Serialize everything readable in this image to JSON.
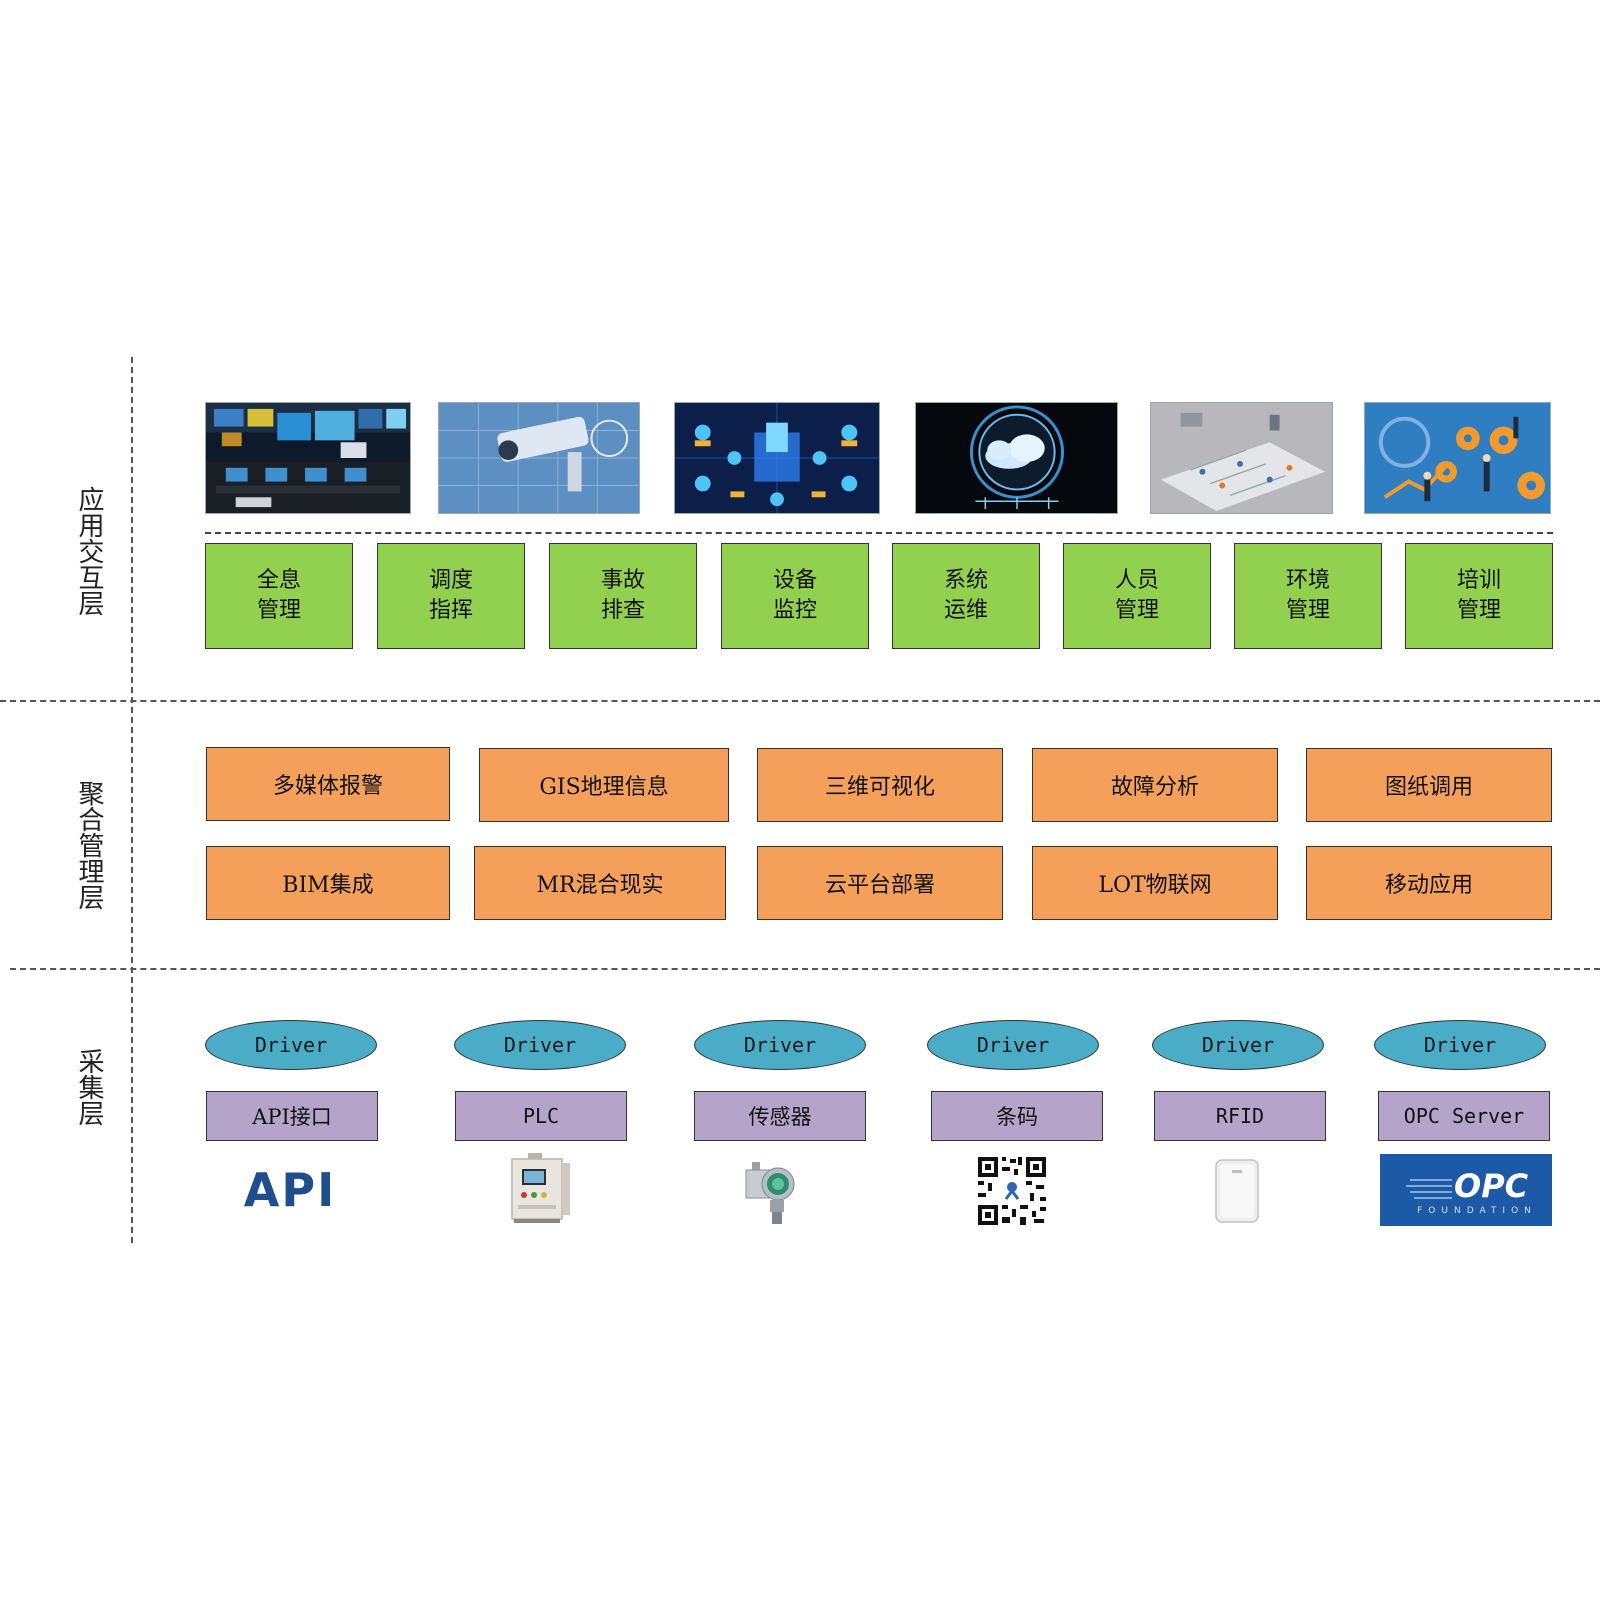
{
  "layers": {
    "application": "应用交互层",
    "aggregation": "聚合管理层",
    "collection": "采集层"
  },
  "app_images": [
    "control-room",
    "surveillance-camera",
    "server-network",
    "cloud-platform",
    "floor-plan-3d",
    "gears-teamwork"
  ],
  "app_modules": [
    {
      "line1": "全息",
      "line2": "管理"
    },
    {
      "line1": "调度",
      "line2": "指挥"
    },
    {
      "line1": "事故",
      "line2": "排查"
    },
    {
      "line1": "设备",
      "line2": "监控"
    },
    {
      "line1": "系统",
      "line2": "运维"
    },
    {
      "line1": "人员",
      "line2": "管理"
    },
    {
      "line1": "环境",
      "line2": "管理"
    },
    {
      "line1": "培训",
      "line2": "管理"
    }
  ],
  "aggregation_row1": [
    "多媒体报警",
    "GIS地理信息",
    "三维可视化",
    "故障分析",
    "图纸调用"
  ],
  "aggregation_row2": [
    "BIM集成",
    "MR混合现实",
    "云平台部署",
    "LOT物联网",
    "移动应用"
  ],
  "drivers": [
    "Driver",
    "Driver",
    "Driver",
    "Driver",
    "Driver",
    "Driver"
  ],
  "interfaces": [
    "API接口",
    "PLC",
    "传感器",
    "条码",
    "RFID",
    "OPC Server"
  ],
  "devices": {
    "api_logo": "API",
    "opc_logo": "OPC",
    "opc_sub": "FOUNDATION"
  },
  "colors": {
    "app_box": "#92d050",
    "aggregation_box": "#f4a05a",
    "driver": "#4aacc6",
    "interface_box": "#b4a4c9",
    "api_logo": "#1f4e8c",
    "opc_bg": "#1c5aa8"
  }
}
